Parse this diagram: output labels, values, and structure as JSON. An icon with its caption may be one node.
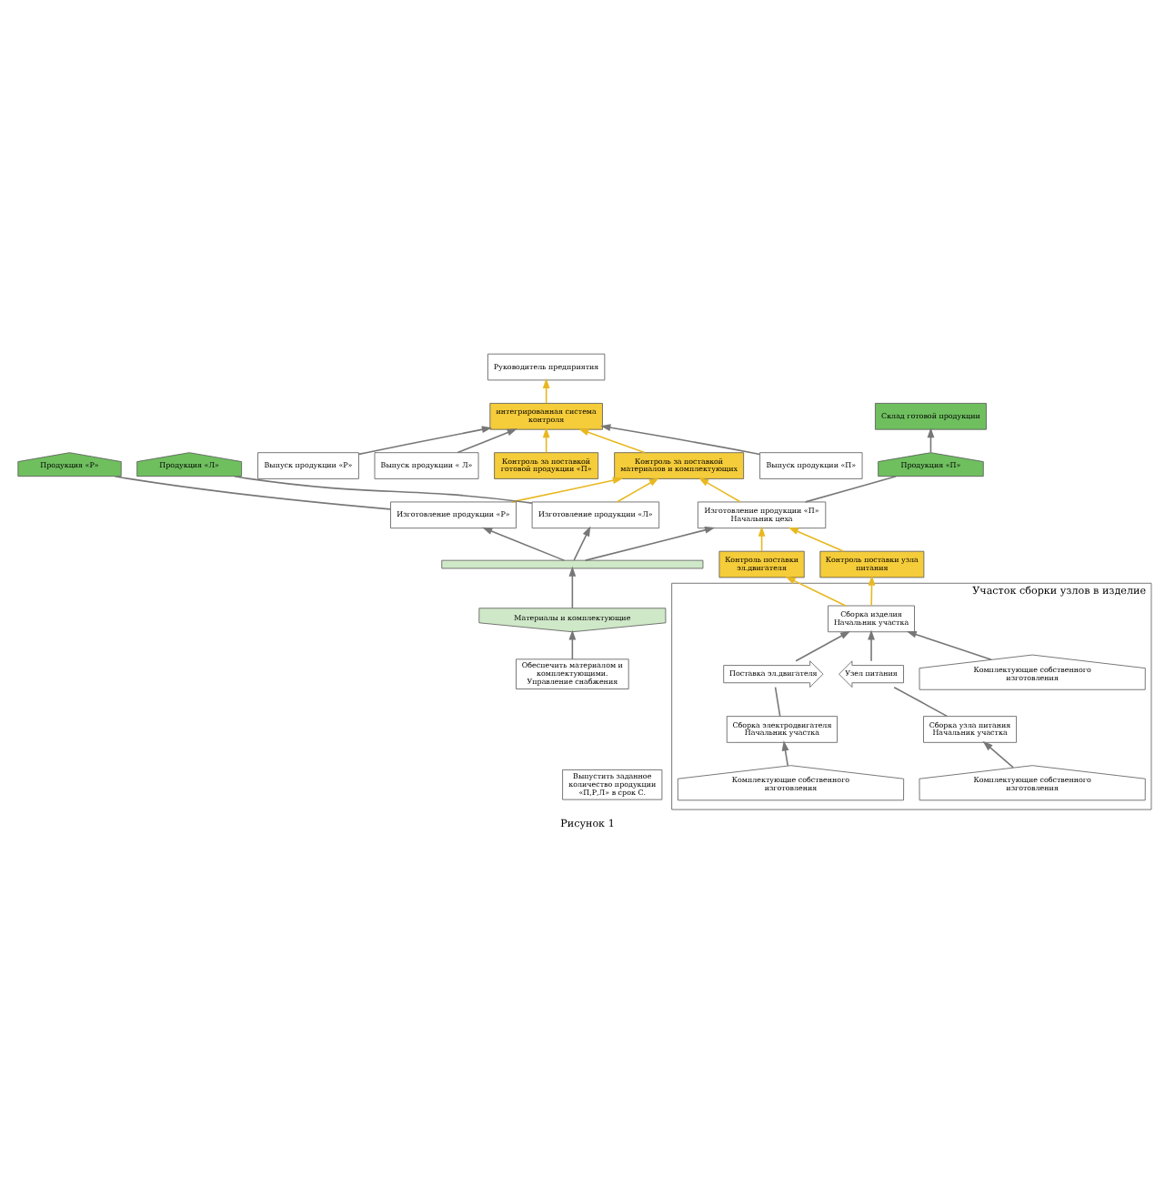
{
  "diagram": {
    "caption": "Рисунок 1",
    "nodes": [
      {
        "text": [
          "Выпустить заданное количество продукции «П,Р,Л» в срок С."
        ]
      },
      {
        "text": [
          "Руководитель предприятия"
        ]
      },
      {
        "text": [
          "интегрированная система контроля"
        ]
      },
      {
        "text": [
          "Выпуск продукции «П»"
        ]
      },
      {
        "text": [
          "Выпуск продукции «Р»"
        ]
      },
      {
        "text": [
          "Выпуск продукции « Л»"
        ]
      },
      {
        "text": [
          "Обеспечить материалом и комплектующими.",
          "Управление снабжения"
        ]
      },
      {
        "text": [
          "Склад готовой продукции"
        ]
      },
      {
        "text": [
          "Контроль за поставкой готовой продукции «П»"
        ]
      },
      {
        "text": [
          "Контроль за поставкой материалов и комплектующих"
        ]
      },
      {
        "text": [
          "Материалы и комплектующие"
        ]
      },
      {
        "text": [
          "Продукция «П»"
        ]
      },
      {
        "text": [
          "Изготовление продукции «П»",
          "Начальник цеха"
        ]
      },
      {
        "text": [
          "Продукция «Р»"
        ]
      },
      {
        "text": [
          "Продукция «Л»"
        ]
      },
      {
        "text": [
          "Изготовление продукции «Р»"
        ]
      },
      {
        "text": [
          "Изготовление продукции «Л»"
        ]
      },
      {
        "text": [],
        "shape": "bar"
      },
      {
        "text": [
          "Контроль поставки эл.двигателя"
        ]
      },
      {
        "text": [
          "Контроль поставки узла питания"
        ]
      },
      {
        "text": [
          "Участок сборки узлов в изделие"
        ]
      },
      {
        "text": [
          "Сборка электродвигателя",
          "Начальник участка"
        ],
        "in": 20
      },
      {
        "text": [
          "Поставка эл.двигателя"
        ],
        "in": 20
      },
      {
        "text": [
          "Сборка изделия",
          "Начальник участка"
        ],
        "in": 20
      },
      {
        "text": [
          "Узел питания"
        ],
        "in": 20
      },
      {
        "text": [
          "Сборка узла питания",
          "Начальник участка"
        ],
        "in": 20
      },
      {
        "text": [
          "Комплектующие собственного изготовления"
        ],
        "in": 20
      },
      {
        "text": [
          "Комплектующие собственного изготовления"
        ],
        "in": 20
      },
      {
        "text": [
          "Комплектующие собственного изготовления"
        ],
        "in": 20
      }
    ],
    "edges": [
      {
        "from": 2,
        "to": 1,
        "arrow": "to",
        "color": "#e8b820"
      },
      {
        "from": 3,
        "to": 2,
        "arrow": "to"
      },
      {
        "from": 4,
        "to": 2,
        "arrow": "to"
      },
      {
        "from": 5,
        "to": 2,
        "arrow": "to"
      },
      {
        "from": 8,
        "to": 2,
        "arrow": "to",
        "color": "#e8b820"
      },
      {
        "from": 9,
        "to": 2,
        "arrow": "to",
        "color": "#e8b820"
      },
      {
        "from": 6,
        "to": 10,
        "arrow": "to"
      },
      {
        "from": 10,
        "to": 17,
        "arrow": "to"
      },
      {
        "from": 12,
        "to": 11,
        "arrow": "none"
      },
      {
        "from": 11,
        "to": 7,
        "arrow": "to"
      },
      {
        "from": 12,
        "to": 9,
        "arrow": "to",
        "color": "#e8b820"
      },
      {
        "from": 15,
        "to": 9,
        "arrow": "to",
        "color": "#e8b820"
      },
      {
        "from": 16,
        "to": 9,
        "arrow": "to",
        "color": "#e8b820"
      },
      {
        "from": 17,
        "to": 12,
        "arrow": "to"
      },
      {
        "from": 17,
        "to": 15,
        "arrow": "to"
      },
      {
        "from": 17,
        "to": 16,
        "arrow": "to"
      },
      {
        "from": 15,
        "to": 13,
        "arrow": "none"
      },
      {
        "from": 16,
        "to": 14,
        "arrow": "none"
      },
      {
        "from": 18,
        "to": 12,
        "arrow": "to",
        "color": "#e8b820"
      },
      {
        "from": 19,
        "to": 12,
        "arrow": "to",
        "color": "#e8b820"
      },
      {
        "from": 23,
        "to": 18,
        "arrow": "to",
        "color": "#e8b820"
      },
      {
        "from": 23,
        "to": 19,
        "arrow": "to",
        "color": "#e8b820"
      },
      {
        "from": 21,
        "to": 22,
        "arrow": "none"
      },
      {
        "from": 22,
        "to": 23,
        "arrow": "to"
      },
      {
        "from": 25,
        "to": 24,
        "arrow": "none"
      },
      {
        "from": 24,
        "to": 23,
        "arrow": "to"
      },
      {
        "from": 26,
        "to": 21,
        "arrow": "to"
      },
      {
        "from": 27,
        "to": 23,
        "arrow": "to"
      },
      {
        "from": 28,
        "to": 25,
        "arrow": "to"
      }
    ]
  }
}
